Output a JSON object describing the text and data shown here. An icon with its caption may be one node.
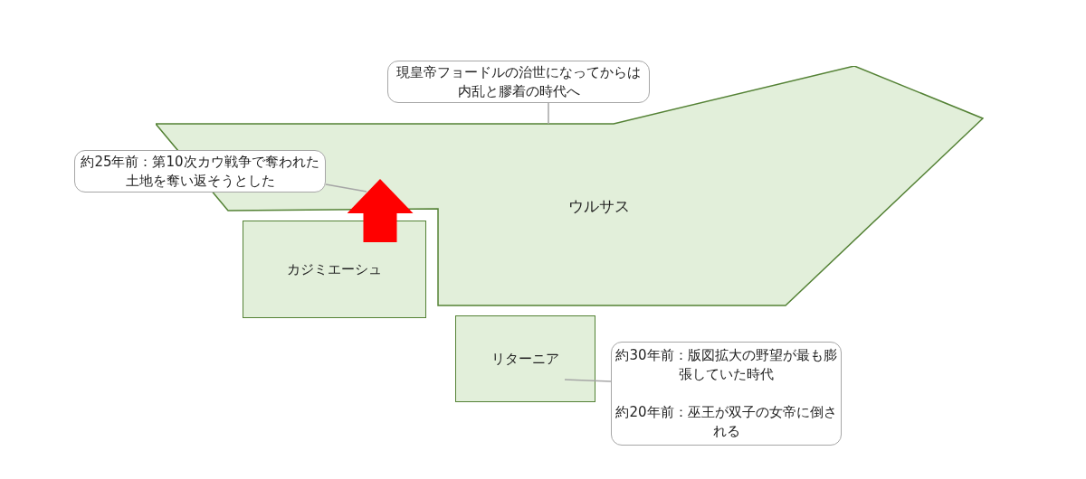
{
  "diagram": {
    "nodes": [
      {
        "text": [
          "ウルサス"
        ]
      },
      {
        "text": [
          "カジミエーシュ"
        ]
      },
      {
        "text": [
          "リターニア"
        ]
      },
      {
        "text": [
          "現皇帝フョードルの治世になってからは内乱と膠着の時代へ"
        ]
      },
      {
        "text": [
          "約25年前：第10次カウ戦争で奪われた土地を奪い返そうとした"
        ]
      },
      {
        "text": [
          "約30年前：版図拡大の野望が最も膨張していた時代",
          "約20年前：巫王が双子の女帝に倒される"
        ]
      }
    ],
    "edges": [
      {
        "from": 1,
        "to": 0,
        "arrow": "to",
        "style": "thick",
        "color": "#ff0000"
      },
      {
        "from": 3,
        "to": 0,
        "arrow": "none"
      },
      {
        "from": 4,
        "to": 0,
        "arrow": "none"
      },
      {
        "from": 5,
        "to": 2,
        "arrow": "none"
      }
    ]
  }
}
